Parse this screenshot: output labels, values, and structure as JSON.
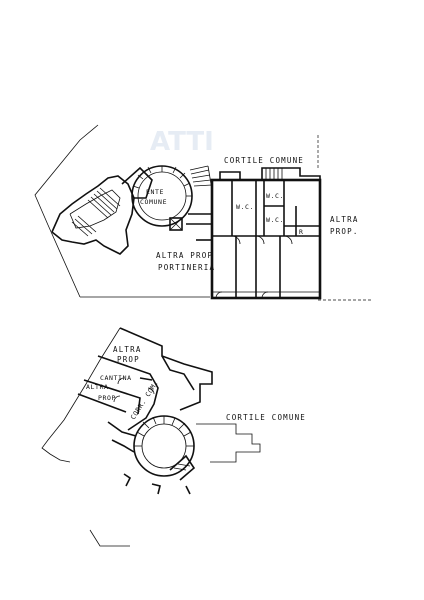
{
  "upper_plan": {
    "courtyard_label": "CORTILE COMUNE",
    "common_entity_line1": "ENTE",
    "common_entity_line2": "COMUNE",
    "wc_1": "W.C.",
    "wc_2": "W.C.",
    "wc_3": "W.C.",
    "room_r": "R",
    "other_property_line1": "ALTRA PROP",
    "other_property_line2": "PORTINERIA",
    "right_property_line1": "ALTRA",
    "right_property_line2": "PROP."
  },
  "lower_plan": {
    "courtyard_label": "CORTILE COMUNE",
    "other_property_top_line1": "ALTRA",
    "other_property_top_line2": "PROP",
    "cellar": "CANTINA",
    "other_property_left_line1": "ALTRA",
    "other_property_left_line2": "PROP",
    "common_corridor": "CORR. COM."
  }
}
